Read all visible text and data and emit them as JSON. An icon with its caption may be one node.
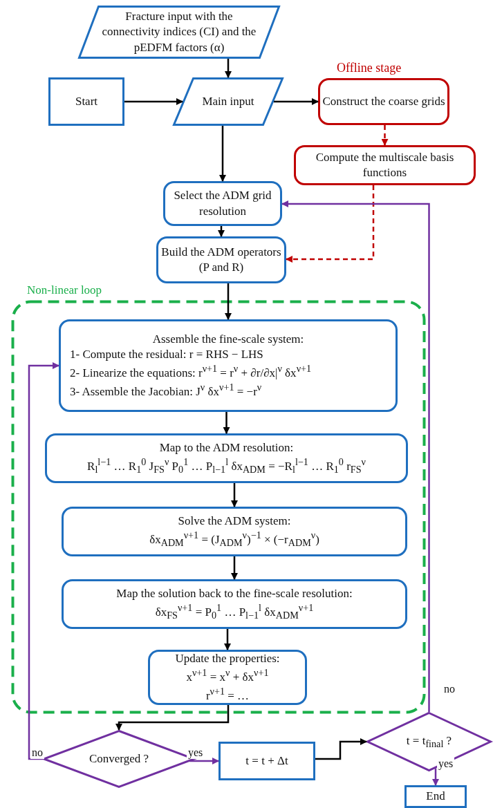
{
  "diagram": {
    "nodes": [
      {
        "text": [
          "Fracture input with the connectivity indices (CI) and the pEDFM factors (α)"
        ]
      },
      {
        "text": [
          "Start"
        ]
      },
      {
        "text": [
          "Main input"
        ]
      },
      {
        "text": [
          "Construct the coarse grids"
        ]
      },
      {
        "text": [
          "Compute the multiscale basis functions"
        ]
      },
      {
        "text": [
          "Select the ADM grid resolution"
        ]
      },
      {
        "text": [
          "Build the ADM operators (P and R)"
        ]
      },
      {
        "text": [
          "Non-linear loop"
        ]
      },
      {
        "text": [
          "Assemble the fine-scale system:",
          "1- Compute the residual: r = RHS − LHS",
          "2- Linearize the equations: r$^{ν+1}$ = r$^{ν}$ + ∂r/∂x|$^{ν}$ δx$^{ν+1}$",
          "3- Assemble the Jacobian: J$^{ν}$ δx$^{ν+1}$ = −r$^{ν}$"
        ],
        "in": 7
      },
      {
        "text": [
          "Map to the ADM resolution:",
          "R$_{l}$$^{l−1}$ … R$_{1}$$^{0}$ J$_{FS}$$^{ν}$ P$_{0}$$^{1}$ … P$_{l−1}$$^{l}$ δx$_{ADM}$ = −R$_{l}$$^{l−1}$ … R$_{1}$$^{0}$ r$_{FS}$$^{ν}$"
        ],
        "in": 7
      },
      {
        "text": [
          "Solve the ADM system:",
          "δx$_{ADM}$$^{ν+1}$ = (J$_{ADM}$$^{ν}$)$^{−1}$ × (−r$_{ADM}$$^{ν}$)"
        ],
        "in": 7
      },
      {
        "text": [
          "Map the solution back to the fine-scale resolution:",
          "δx$_{FS}$$^{ν+1}$ = P$_{0}$$^{1}$ … P$_{l−1}$$^{l}$ δx$_{ADM}$$^{ν+1}$"
        ],
        "in": 7
      },
      {
        "text": [
          "Update the properties:",
          "x$^{ν+1}$ = x$^{ν}$ + δx$^{ν+1}$",
          "r$^{ν+1}$ = …"
        ],
        "in": 7
      },
      {
        "text": [
          "Converged ?"
        ]
      },
      {
        "text": [
          "t = t + Δt"
        ]
      },
      {
        "text": [
          "t = t$_{final}$ ?"
        ]
      },
      {
        "text": [
          "End"
        ]
      }
    ],
    "edges": [
      {
        "from": 0,
        "to": 2,
        "arrow": "to"
      },
      {
        "from": 1,
        "to": 2,
        "arrow": "to"
      },
      {
        "from": 2,
        "to": 3,
        "arrow": "to"
      },
      {
        "from": 2,
        "to": 5,
        "arrow": "to"
      },
      {
        "from": 3,
        "to": 4,
        "arrow": "to",
        "style": "dashed",
        "color": "#c00000"
      },
      {
        "from": 4,
        "to": 6,
        "arrow": "to",
        "style": "dashed",
        "color": "#c00000"
      },
      {
        "from": 5,
        "to": 6,
        "arrow": "to"
      },
      {
        "from": 6,
        "to": 8,
        "arrow": "to"
      },
      {
        "from": 8,
        "to": 9,
        "arrow": "to"
      },
      {
        "from": 9,
        "to": 10,
        "arrow": "to"
      },
      {
        "from": 10,
        "to": 11,
        "arrow": "to"
      },
      {
        "from": 11,
        "to": 12,
        "arrow": "to"
      },
      {
        "from": 12,
        "to": 13,
        "arrow": "to"
      },
      {
        "from": 13,
        "to": 8,
        "arrow": "to",
        "label": "no",
        "color": "#7030a0"
      },
      {
        "from": 13,
        "to": 14,
        "arrow": "to",
        "label": "yes",
        "color": "#7030a0"
      },
      {
        "from": 14,
        "to": 15,
        "arrow": "to"
      },
      {
        "from": 15,
        "to": 5,
        "arrow": "to",
        "label": "no",
        "color": "#7030a0"
      },
      {
        "from": 15,
        "to": 16,
        "arrow": "to",
        "label": "yes",
        "color": "#7030a0"
      }
    ],
    "labels": [
      "Offline stage"
    ]
  }
}
